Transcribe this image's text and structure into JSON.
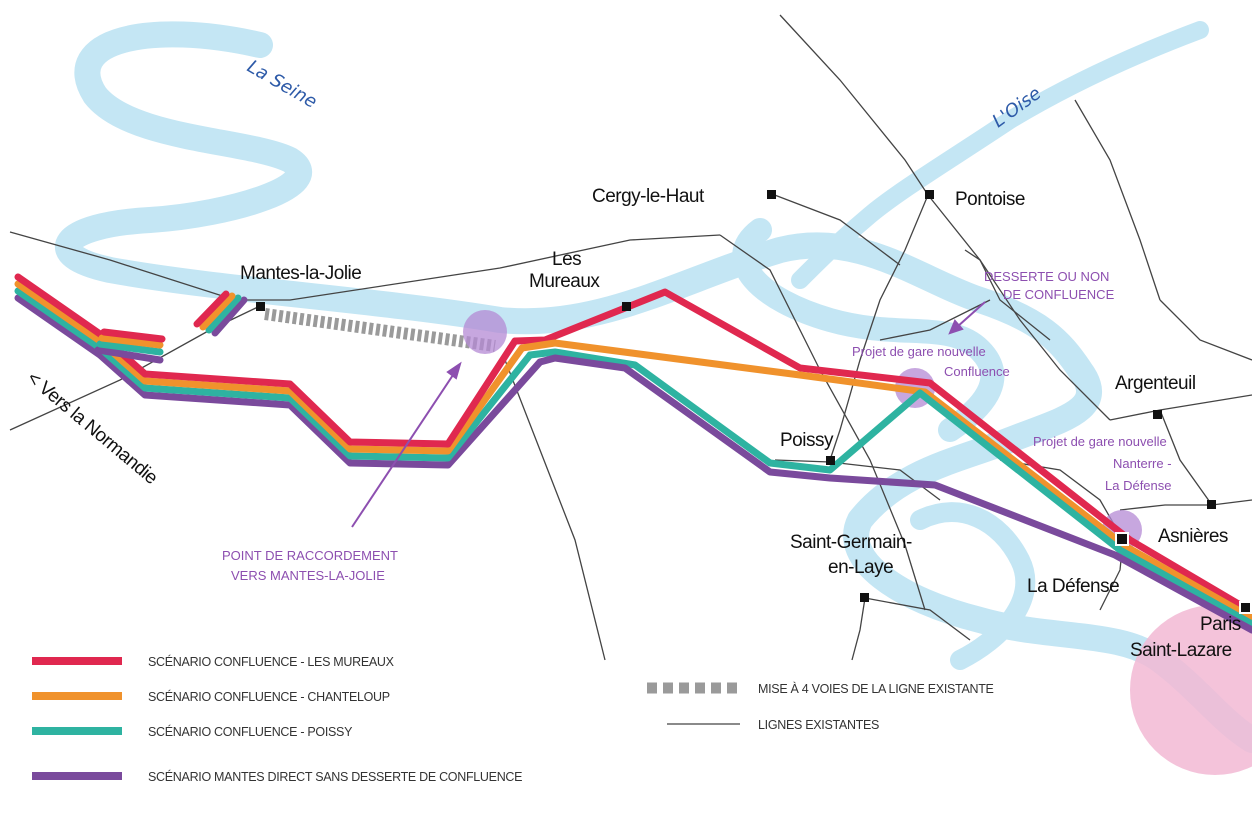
{
  "colors": {
    "river": "#c4e6f4",
    "rail": "#444444",
    "les_mureaux": "#e0284f",
    "chanteloup": "#f0922c",
    "poissy": "#2eb3a1",
    "mantes_direct": "#7a4a9c",
    "gare_marker": "#b48ad4",
    "paris_halo": "#f2b8d4",
    "annotation": "#8d4fb0"
  },
  "rivers": {
    "seine": "La Seine",
    "oise": "L'Oise"
  },
  "stations": {
    "cergy": "Cergy-le-Haut",
    "pontoise": "Pontoise",
    "mantes": "Mantes-la-Jolie",
    "mureaux_1": "Les",
    "mureaux_2": "Mureaux",
    "argenteuil": "Argenteuil",
    "poissy": "Poissy",
    "asnieres": "Asnières",
    "saint_germain_1": "Saint-Germain-",
    "saint_germain_2": "en-Laye",
    "la_defense": "La Défense",
    "paris_1": "Paris",
    "paris_2": "Saint-Lazare",
    "normandie": "< Vers la Normandie"
  },
  "annotations": {
    "desserte_1": "DESSERTE OU NON",
    "desserte_2": "DE CONFLUENCE",
    "confluence_1": "Projet de gare nouvelle",
    "confluence_2": "Confluence",
    "nanterre_1": "Projet de gare nouvelle",
    "nanterre_2": "Nanterre -",
    "nanterre_3": "La Défense",
    "raccord_1": "POINT DE RACCORDEMENT",
    "raccord_2": "VERS MANTES-LA-JOLIE"
  },
  "legend": {
    "les_mureaux": "SCÉNARIO CONFLUENCE - LES MUREAUX",
    "chanteloup": "SCÉNARIO CONFLUENCE - CHANTELOUP",
    "poissy": "SCÉNARIO CONFLUENCE - POISSY",
    "mantes_direct": "SCÉNARIO MANTES DIRECT SANS DESSERTE DE CONFLUENCE",
    "mise_4_voies": "MISE À 4 VOIES DE LA LIGNE EXISTANTE",
    "lignes_existantes": "LIGNES EXISTANTES"
  }
}
